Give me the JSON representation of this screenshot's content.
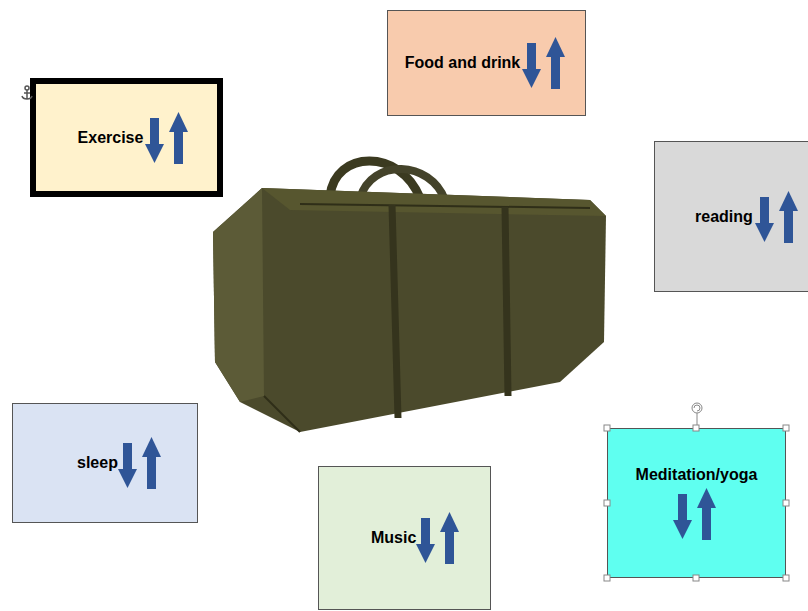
{
  "diagram": {
    "nodes": [
      {
        "text": [
          "Food and drink"
        ]
      },
      {
        "text": [
          "Exercise"
        ]
      },
      {
        "text": [
          "reading"
        ]
      },
      {
        "text": [
          "sleep"
        ]
      },
      {
        "text": [
          "Meditation/yoga"
        ]
      },
      {
        "text": [
          "Music"
        ]
      }
    ]
  }
}
